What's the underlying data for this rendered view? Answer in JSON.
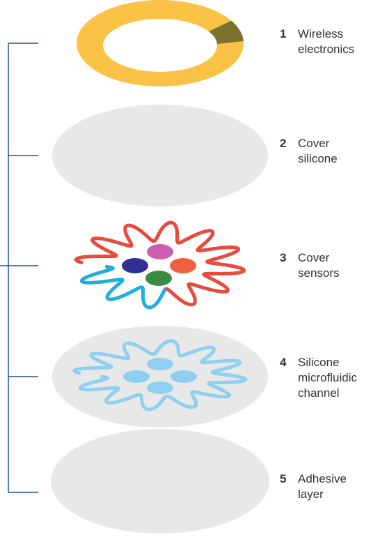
{
  "layers": [
    {
      "number": "1",
      "lines": [
        "Wireless",
        "electronics"
      ]
    },
    {
      "number": "2",
      "lines": [
        "Cover",
        "silicone"
      ]
    },
    {
      "number": "3",
      "lines": [
        "Cover",
        "sensors"
      ]
    },
    {
      "number": "4",
      "lines": [
        "Silicone",
        "microfluidic",
        "channel"
      ]
    },
    {
      "number": "5",
      "lines": [
        "Adhesive",
        "layer"
      ]
    }
  ],
  "colors": {
    "ring": "#fcc245",
    "ring_segment": "#7b722e",
    "disc": "#e8e8e8",
    "bracket": "#1f4e9a",
    "wire_red": "#e84a3c",
    "wire_blue": "#1eaee0",
    "channel": "#8fd0f0",
    "sensor_pink": "#cd5fae",
    "sensor_navy": "#2e3192",
    "sensor_orange": "#f0603e",
    "sensor_green": "#3a8b42",
    "text": "#333333"
  }
}
